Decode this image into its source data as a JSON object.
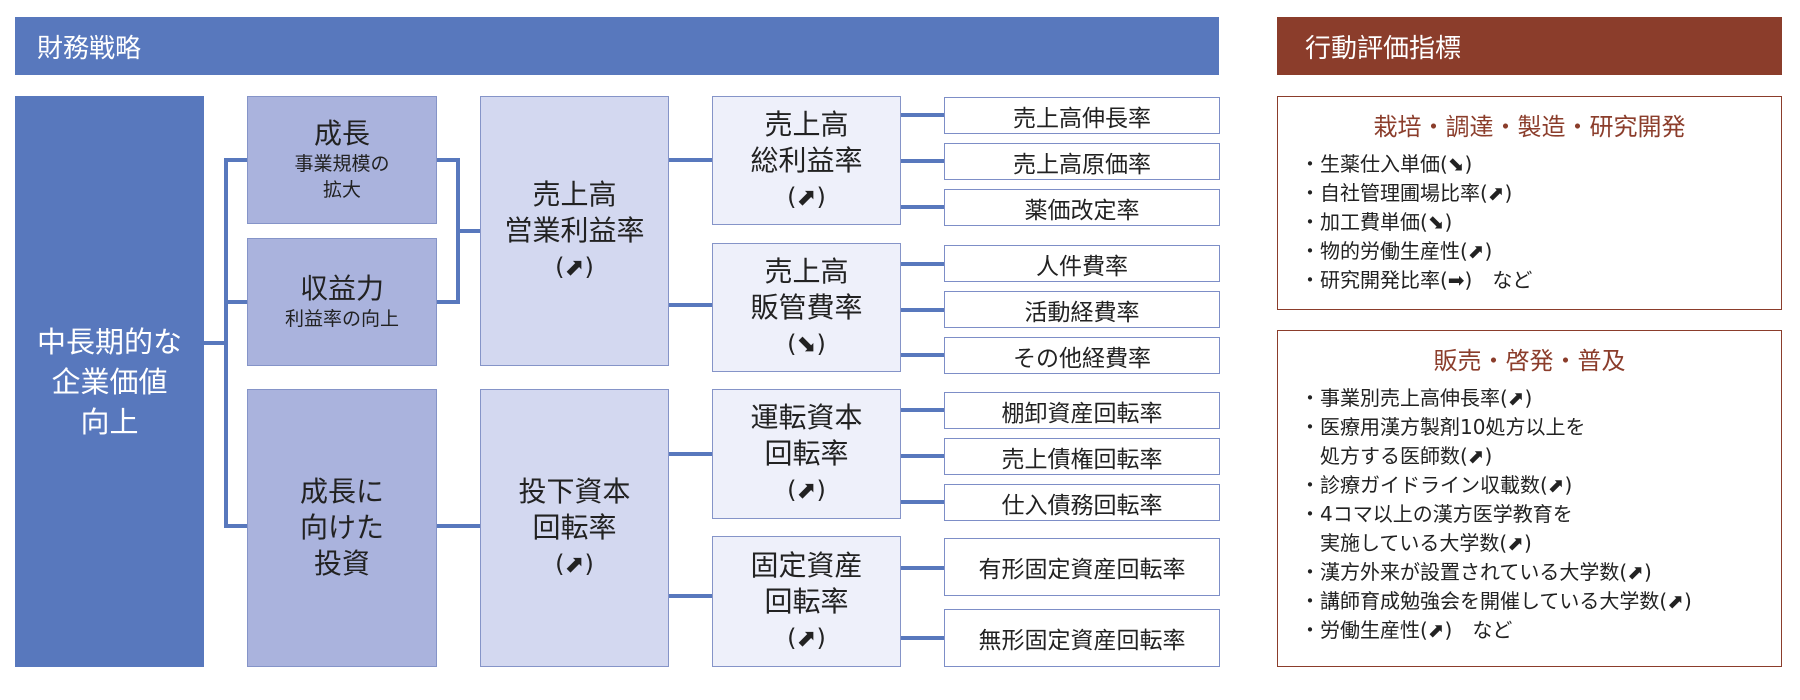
{
  "headers": {
    "left": "財務戦略",
    "right": "行動評価指標"
  },
  "root": [
    "中長期的な",
    "企業価値",
    "向上"
  ],
  "level1": {
    "growth": {
      "title": "成長",
      "sub": [
        "事業規模の",
        "拡大"
      ]
    },
    "profit": {
      "title": "収益力",
      "sub": [
        "利益率の向上"
      ]
    },
    "invest": {
      "lines": [
        "成長に",
        "向けた",
        "投資"
      ]
    }
  },
  "level2": {
    "op_margin": {
      "lines": [
        "売上高",
        "営業利益率"
      ],
      "arrow": "(⬈)"
    },
    "roic": {
      "lines": [
        "投下資本",
        "回転率"
      ],
      "arrow": "(⬈)"
    }
  },
  "level3": {
    "gross": {
      "lines": [
        "売上高",
        "総利益率"
      ],
      "arrow": "(⬈)"
    },
    "sga": {
      "lines": [
        "売上高",
        "販管費率"
      ],
      "arrow": "(⬊)"
    },
    "wc": {
      "lines": [
        "運転資本",
        "回転率"
      ],
      "arrow": "(⬈)"
    },
    "fixed": {
      "lines": [
        "固定資産",
        "回転率"
      ],
      "arrow": "(⬈)"
    }
  },
  "leaves": [
    "売上高伸長率",
    "売上高原価率",
    "薬価改定率",
    "人件費率",
    "活動経費率",
    "その他経費率",
    "棚卸資産回転率",
    "売上債権回転率",
    "仕入債務回転率",
    "有形固定資産回転率",
    "無形固定資産回転率"
  ],
  "panels": [
    {
      "title": "栽培・調達・製造・研究開発",
      "items": [
        "・生薬仕入単価(⬊)",
        "・自社管理圃場比率(⬈)",
        "・加工費単価(⬊)",
        "・物的労働生産性(⬈)",
        "・研究開発比率(➡)　など"
      ]
    },
    {
      "title": "販売・啓発・普及",
      "items": [
        "・事業別売上高伸長率(⬈)",
        "・医療用漢方製剤10処方以上を",
        "　処方する医師数(⬈)",
        "・診療ガイドライン収載数(⬈)",
        "・4コマ以上の漢方医学教育を",
        "　実施している大学数(⬈)",
        "・漢方外来が設置されている大学数(⬈)",
        "・講師育成勉強会を開催している大学数(⬈)",
        "・労働生産性(⬈)　など"
      ]
    }
  ],
  "colors": {
    "blue": "#5878bd",
    "brown": "#8b3d2b",
    "level1_fill": "#aab3dd",
    "level2_fill": "#d3d8f0",
    "level3_fill": "#eef0fa"
  }
}
